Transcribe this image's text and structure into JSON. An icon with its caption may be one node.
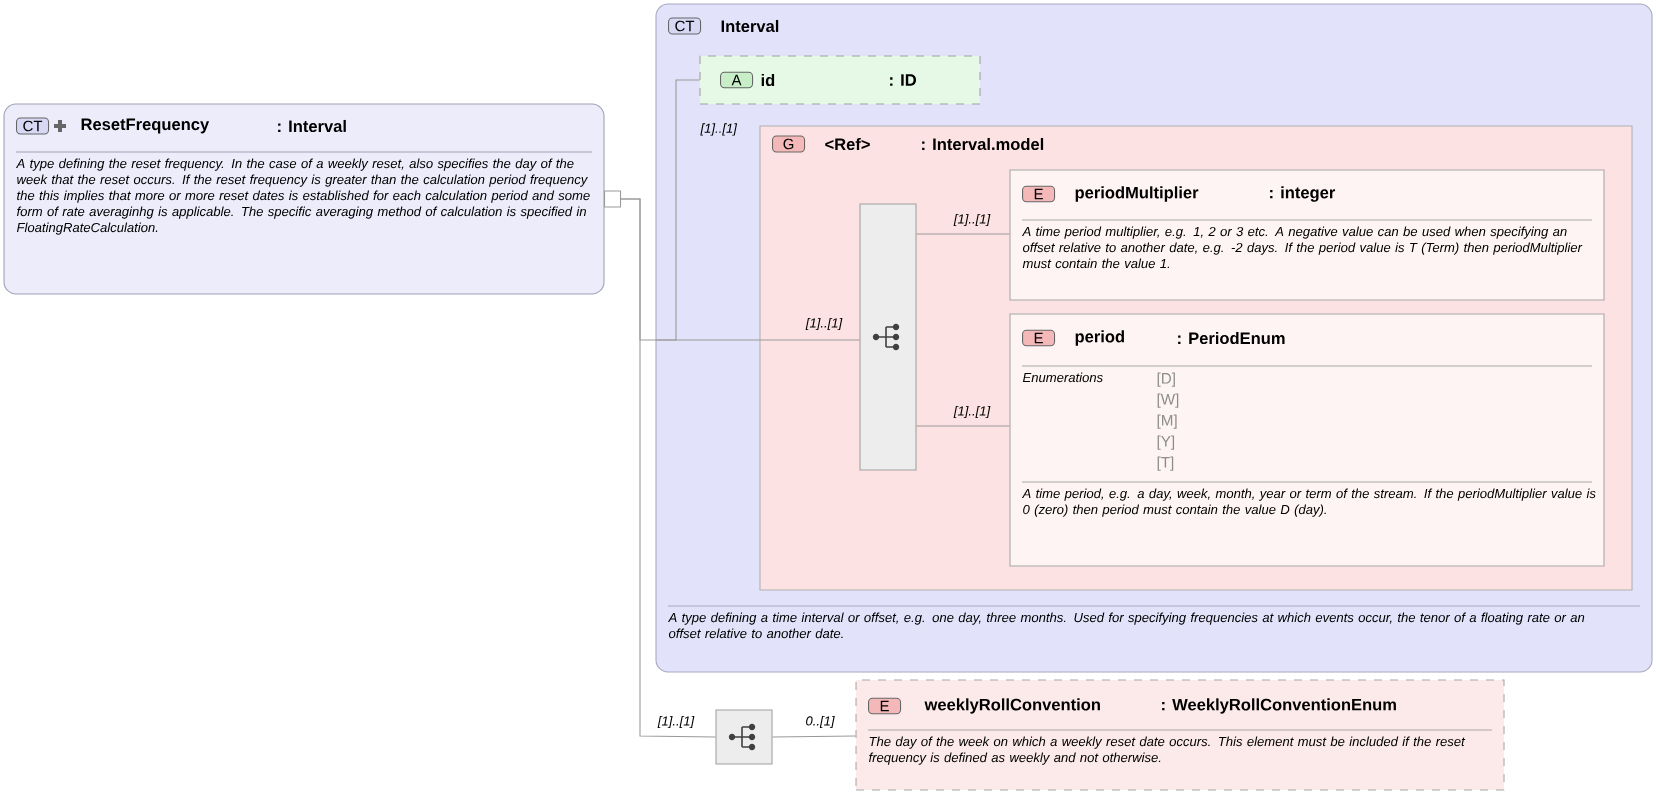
{
  "diagram": {
    "nodes": [
      {
        "text": [
          "CT",
          "ResetFrequency",
          ": Interval",
          "A type defining the reset frequency. In the case of a weekly reset, also specifies the day of the week that the reset occurs. If the reset frequency is greater than the calculation period frequency the this implies that more or more reset dates is established for each calculation period and some form of rate averaginhg is applicable. The specific averaging method of calculation is specified in FloatingRateCalculation."
        ]
      },
      {
        "text": [
          "CT",
          "Interval",
          "A type defining a time interval or offset, e.g. one day, three months. Used for specifying frequencies at which events occur, the tenor of a floating rate or an offset relative to another date."
        ]
      },
      {
        "text": [
          "A",
          "id",
          ": ID"
        ],
        "in": 1
      },
      {
        "text": [
          "G",
          "<Ref>",
          ": Interval.model"
        ],
        "in": 1,
        "beside": [
          "[1]..[1]"
        ]
      },
      {
        "text": [],
        "shape": "box",
        "in": 3
      },
      {
        "text": [
          "E",
          "periodMultiplier",
          ": integer",
          "A time period multiplier, e.g. 1, 2 or 3 etc. A negative value can be used when specifying an offset relative to another date, e.g. -2 days. If the period value is T (Term) then periodMultiplier must contain the value 1."
        ],
        "in": 3
      },
      {
        "text": [
          "E",
          "period",
          ": PeriodEnum",
          "Enumerations",
          "[D]",
          "[W]",
          "[M]",
          "[Y]",
          "[T]",
          "A time period, e.g. a day, week, month, year or term of the stream. If the periodMultiplier value is 0 (zero) then period must contain the value D (day)."
        ],
        "in": 3
      },
      {
        "text": [],
        "shape": "box"
      },
      {
        "text": [
          "E",
          "weeklyRollConvention",
          ": WeeklyRollConventionEnum",
          "The day of the week on which a weekly reset date occurs. This element must be included if the reset frequency is defined as weekly and not otherwise."
        ]
      }
    ],
    "edges": [
      {
        "from": 0,
        "to": 1,
        "arrow": "none"
      },
      {
        "from": 1,
        "to": 2,
        "arrow": "none"
      },
      {
        "from": 1,
        "to": 4,
        "arrow": "none",
        "label": "[1]..[1]"
      },
      {
        "from": 4,
        "to": 5,
        "arrow": "none",
        "label": "[1]..[1]"
      },
      {
        "from": 4,
        "to": 6,
        "arrow": "none",
        "label": "[1]..[1]"
      },
      {
        "from": 0,
        "to": 7,
        "arrow": "none",
        "label": "[1]..[1]"
      },
      {
        "from": 7,
        "to": 8,
        "arrow": "none",
        "label": "0..[1]"
      }
    ]
  }
}
